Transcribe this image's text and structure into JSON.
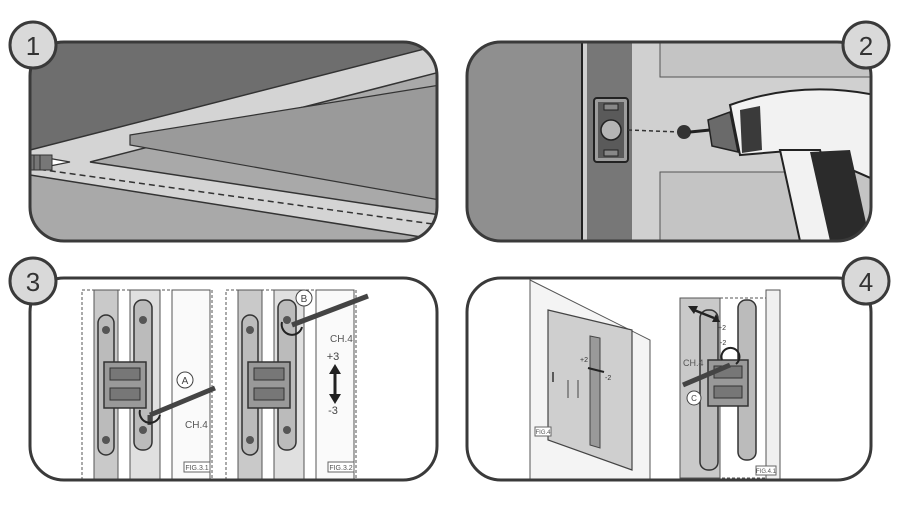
{
  "steps": [
    {
      "number": "1"
    },
    {
      "number": "2"
    },
    {
      "number": "3",
      "labels": {
        "marker_a": "A",
        "marker_b": "B",
        "wrench_1": "CH.4",
        "wrench_2": "CH.4",
        "adjust_plus": "+3",
        "adjust_minus": "-3",
        "fig_1": "FIG.3.1",
        "fig_2": "FIG.3.2"
      }
    },
    {
      "number": "4",
      "labels": {
        "door_plus": "+2",
        "door_minus": "-2",
        "hinge_plus": "+2",
        "hinge_minus": "-2",
        "wrench": "CH.4",
        "marker_c": "C",
        "fig_door": "FIG.4",
        "fig_hinge": "FIG.4.1"
      }
    }
  ],
  "colors": {
    "outline": "#3a3a3a",
    "badge_fill": "#d9d9d9",
    "panel_dark": "#6e6e6e",
    "panel_mid": "#8f8f8f",
    "panel_light": "#c9c9c9",
    "line_art": "#4a4a4a"
  }
}
